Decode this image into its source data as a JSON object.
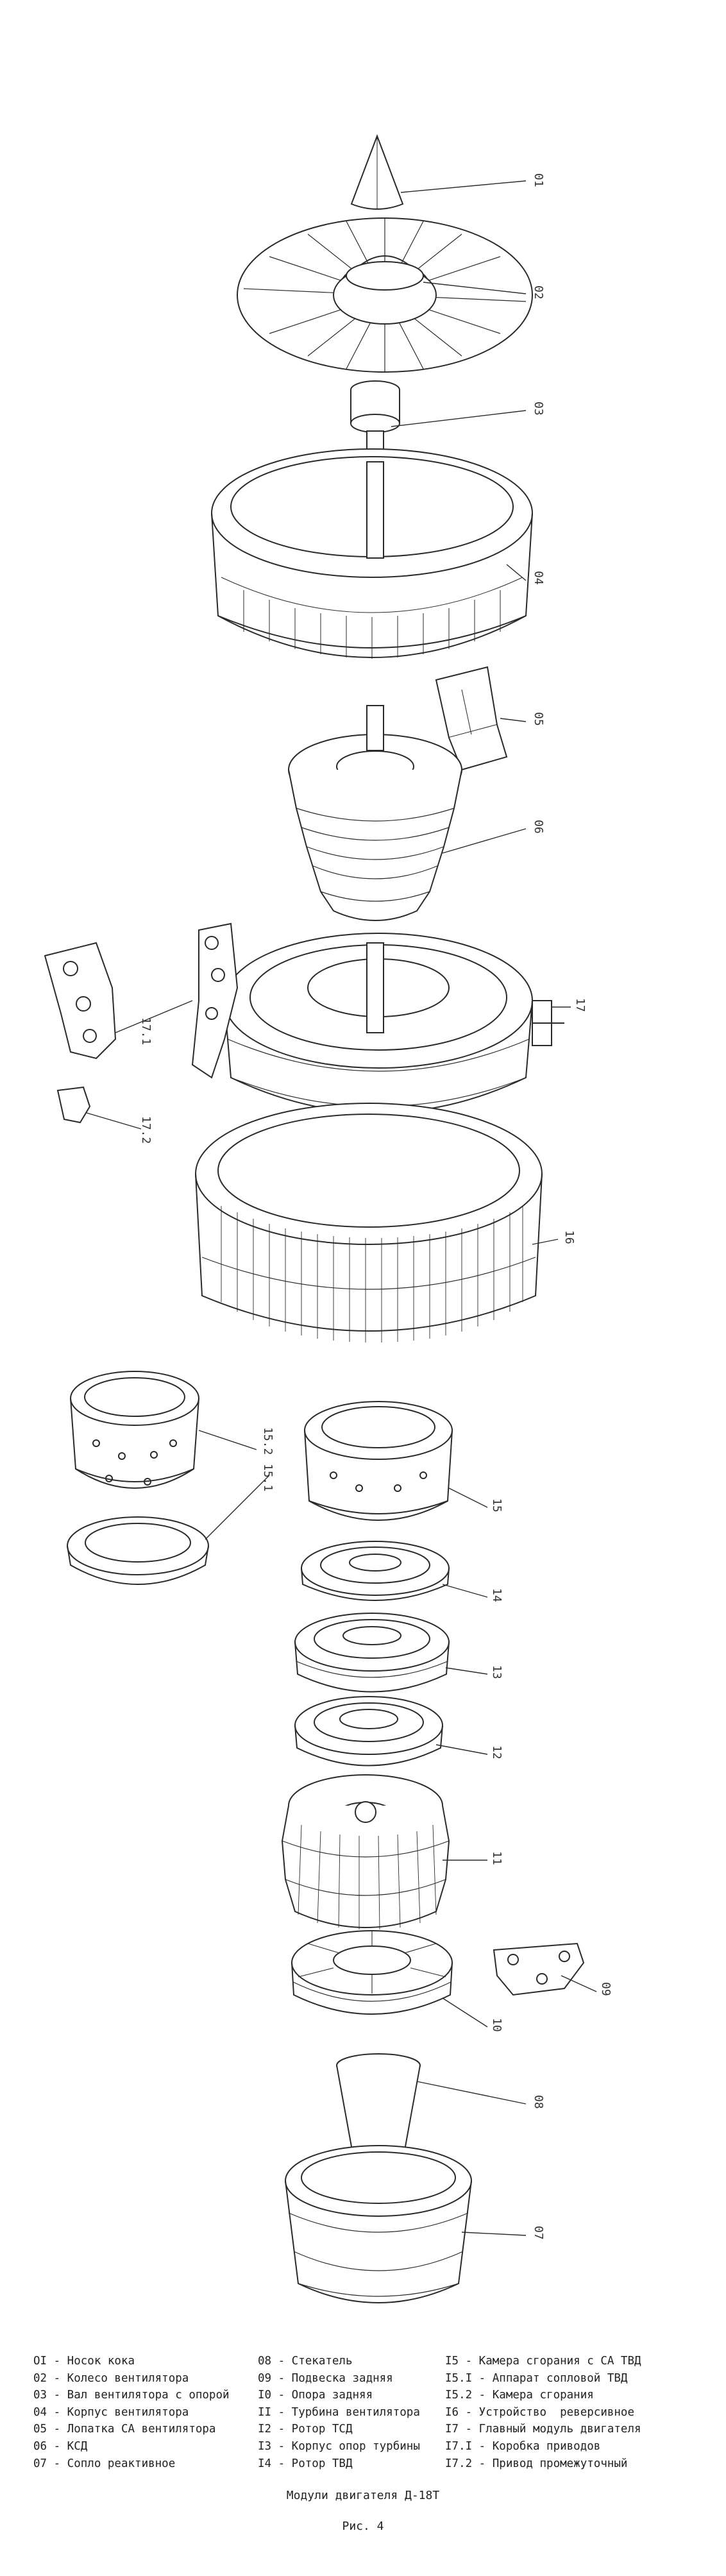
{
  "callouts": {
    "c01": "01",
    "c02": "02",
    "c03": "03",
    "c04": "04",
    "c05": "05",
    "c06": "06",
    "c17": "17",
    "c171": "17.1",
    "c172": "17.2",
    "c16": "16",
    "c152": "15.2",
    "c151": "15.1",
    "c15": "15",
    "c14": "14",
    "c13": "13",
    "c12": "12",
    "c11": "11",
    "c09": "09",
    "c10": "10",
    "c08": "08",
    "c07": "07"
  },
  "legend": {
    "col1": [
      "OI - Носок кока",
      "02 - Колесо вентилятора",
      "03 - Вал вентилятора с опорой",
      "04 - Корпус вентилятора",
      "05 - Лопатка СА вентилятора",
      "06 - КСД",
      "07 - Сопло реактивное"
    ],
    "col2": [
      "08 - Стекатель",
      "09 - Подвеска задняя",
      "I0 - Опора задняя",
      "II - Турбина вентилятора",
      "I2 - Ротор ТСД",
      "I3 - Корпус опор турбины",
      "I4 - Ротор ТВД"
    ],
    "col3": [
      "I5 - Камера сгорания с СА ТВД",
      "I5.I - Аппарат сопловой ТВД",
      "I5.2 - Камера сгорания",
      "I6 - Устройство  реверсивное",
      "I7 - Главный модуль двигателя",
      "I7.I - Коробка приводов",
      "I7.2 - Привод промежуточный"
    ]
  },
  "caption": "Модули двигателя Д-18Т",
  "figure": "Рис. 4"
}
